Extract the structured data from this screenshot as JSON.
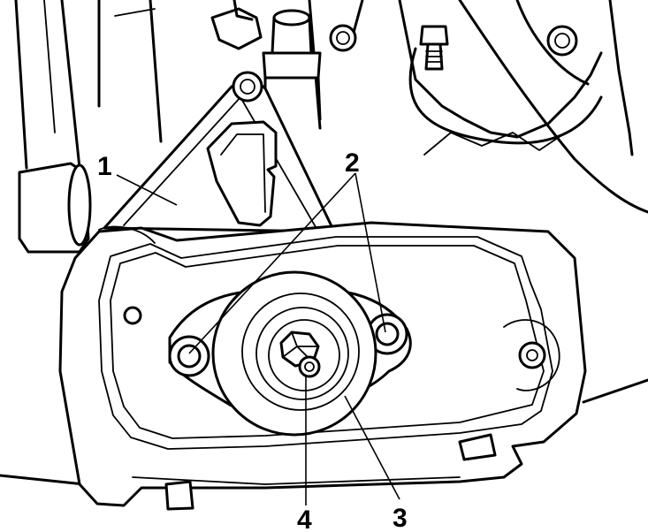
{
  "callouts": {
    "c1": "1",
    "c2": "2",
    "c3": "3",
    "c4": "4"
  },
  "colors": {
    "ink": "#000000",
    "paper": "#ffffff"
  }
}
